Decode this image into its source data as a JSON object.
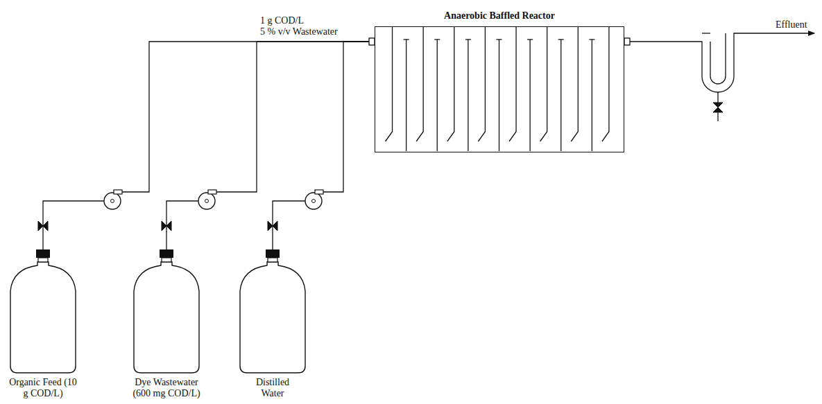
{
  "diagram": {
    "nodes": [
      {
        "text": [
          "Anaerobic Baffled Reactor"
        ]
      },
      {
        "text": [
          "Organic Feed (10 g COD/L)"
        ]
      },
      {
        "text": [
          "Dye Wastewater (600 mg COD/L)"
        ]
      },
      {
        "text": [
          "Distilled Water"
        ]
      }
    ],
    "edges": [
      {
        "from": 1,
        "to": 0,
        "arrow": "none"
      },
      {
        "from": 2,
        "to": 0,
        "arrow": "none"
      },
      {
        "from": 3,
        "to": 0,
        "arrow": "none"
      }
    ],
    "labels": [
      "1 g COD/L",
      "5 % v/v Wastewater",
      "Effluent"
    ]
  }
}
